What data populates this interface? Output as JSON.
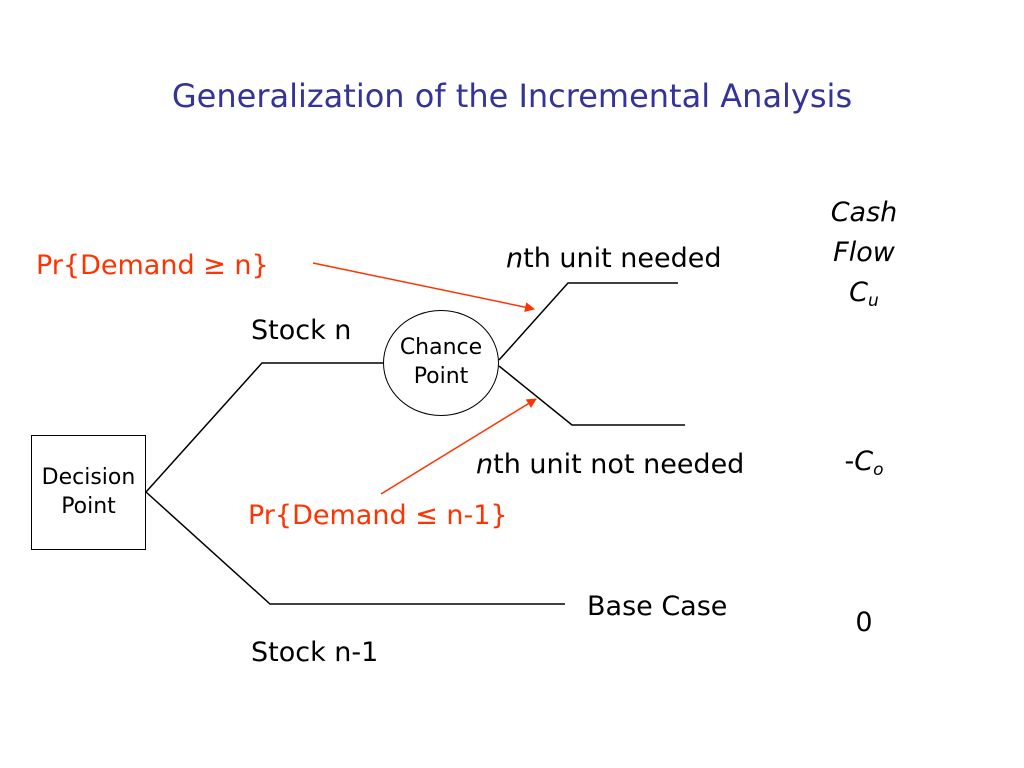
{
  "title": "Generalization of the Incremental Analysis",
  "decision_node": {
    "line1": "Decision",
    "line2": "Point"
  },
  "chance_node": {
    "line1": "Chance",
    "line2": "Point"
  },
  "branches": {
    "stock_n": "Stock n",
    "stock_n_minus_1": "Stock n-1",
    "nth_needed": {
      "var": "n",
      "rest": "th unit needed"
    },
    "nth_not_needed": {
      "var": "n",
      "rest": "th unit not needed"
    },
    "base_case": "Base Case"
  },
  "probabilities": {
    "demand_ge_n": "Pr{Demand ≥ n}",
    "demand_le_n_minus_1": "Pr{Demand ≤ n-1}"
  },
  "cash_flow": {
    "header_line1": "Cash",
    "header_line2": "Flow",
    "cu": {
      "base": "C",
      "sub": "u"
    },
    "co": {
      "prefix": "-",
      "base": "C",
      "sub": "o"
    },
    "zero": "0"
  },
  "colors": {
    "title": "#333399",
    "probability": "#ff3300",
    "arrow": "#ff3300",
    "lines": "#000000"
  }
}
